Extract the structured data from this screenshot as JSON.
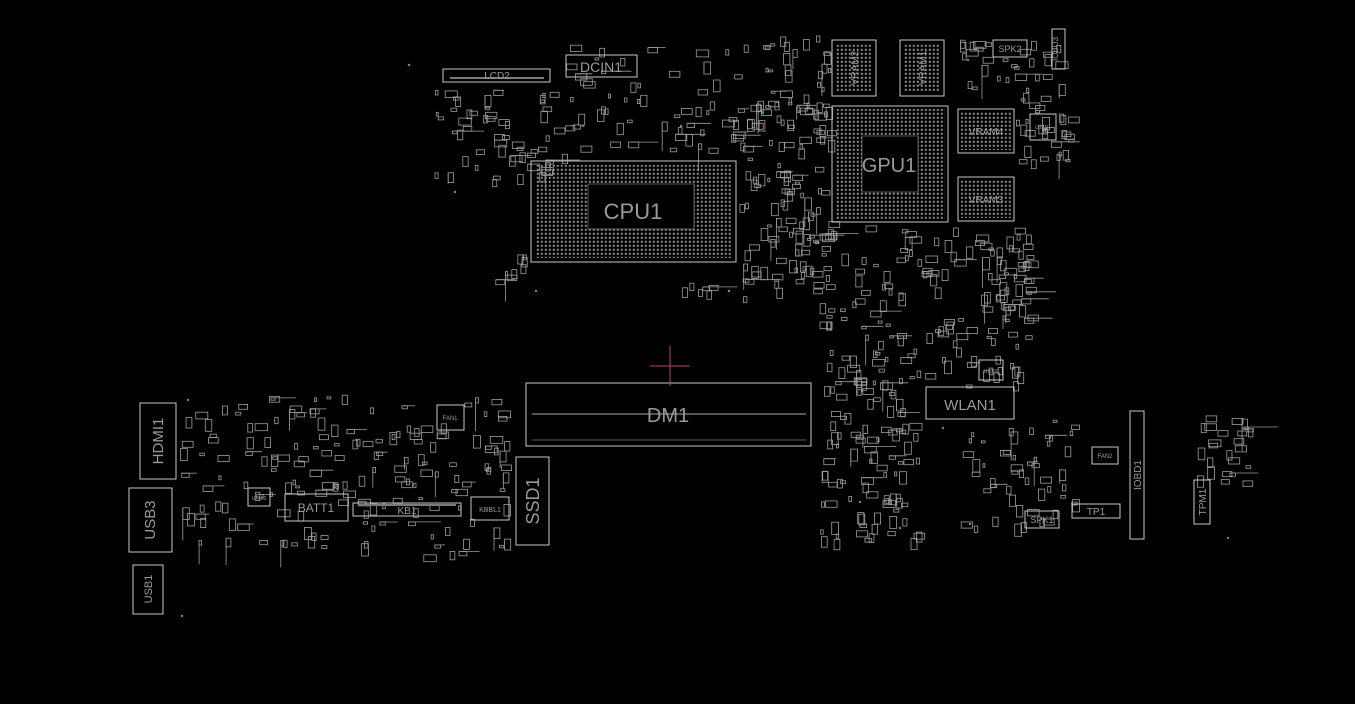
{
  "board": {
    "colors": {
      "background": "#000000",
      "outline": "#c8c8c8",
      "part": "#9d9d9d",
      "label": "#9a9a9a",
      "cursor": "#b04a5a",
      "via": "#2aa3a3"
    },
    "components": [
      {
        "id": "lcd2",
        "label": "LCD2"
      },
      {
        "id": "dcin1",
        "label": "DCIN1"
      },
      {
        "id": "cpu1",
        "label": "CPU1"
      },
      {
        "id": "gpu1",
        "label": "GPU1"
      },
      {
        "id": "vram1",
        "label": "VRAM1"
      },
      {
        "id": "vram2",
        "label": "VRAM2"
      },
      {
        "id": "vram3",
        "label": "VRAM3"
      },
      {
        "id": "vram4",
        "label": "VRAM4"
      },
      {
        "id": "spk2",
        "label": "SPK2"
      },
      {
        "id": "iobd3",
        "label": "IOBD3"
      },
      {
        "id": "dm1",
        "label": "DM1"
      },
      {
        "id": "wlan1",
        "label": "WLAN1"
      },
      {
        "id": "ssd1",
        "label": "SSD1"
      },
      {
        "id": "hdmi1",
        "label": "HDMI1"
      },
      {
        "id": "usb3",
        "label": "USB3"
      },
      {
        "id": "usb1",
        "label": "USB1"
      },
      {
        "id": "batt1",
        "label": "BATT1"
      },
      {
        "id": "kb1",
        "label": "KB1"
      },
      {
        "id": "kbbl1",
        "label": "KBBL1"
      },
      {
        "id": "fan1",
        "label": "FAN1"
      },
      {
        "id": "fan2",
        "label": "FAN2"
      },
      {
        "id": "iobd1",
        "label": "IOBD1"
      },
      {
        "id": "spk1",
        "label": "SPK1"
      },
      {
        "id": "tp1",
        "label": "TP1"
      },
      {
        "id": "tpm1",
        "label": "TPM1"
      },
      {
        "id": "u7900",
        "label": "U7900"
      },
      {
        "id": "u7100",
        "label": "U7100"
      },
      {
        "id": "u3bd1",
        "label": "U3BD1"
      }
    ]
  }
}
